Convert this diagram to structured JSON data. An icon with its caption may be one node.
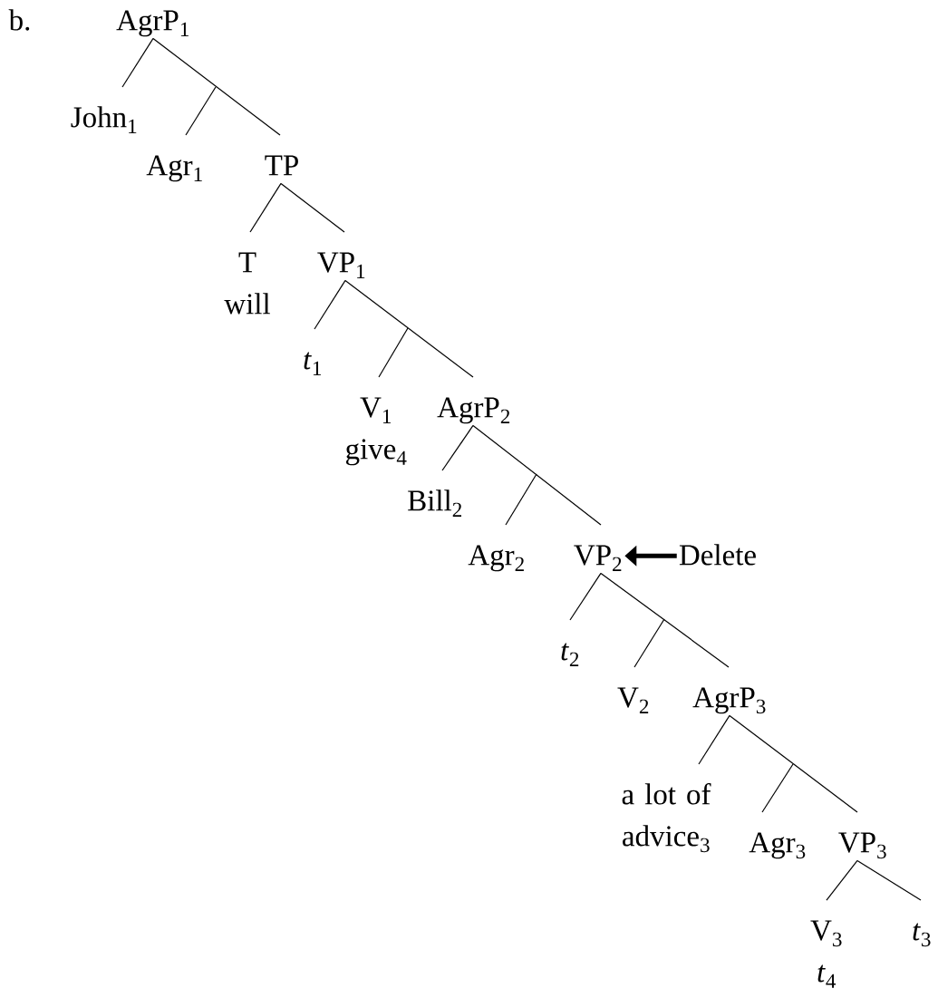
{
  "diagram": {
    "nodes": [
      {
        "text": [
          "AgrP$_{1}$"
        ]
      },
      {
        "text": [
          "John$_{1}$"
        ]
      },
      {
        "text": [
          "Agr$_{1}$"
        ]
      },
      {
        "text": [
          "TP"
        ]
      },
      {
        "text": [
          "T",
          "will"
        ]
      },
      {
        "text": [
          "VP$_{1}$"
        ]
      },
      {
        "text": [
          "*t*$_{1}$"
        ]
      },
      {
        "text": [
          "V$_{1}$",
          "give$_{4}$"
        ]
      },
      {
        "text": [
          "AgrP$_{2}$"
        ]
      },
      {
        "text": [
          "Bill$_{2}$"
        ]
      },
      {
        "text": [
          "Agr$_{2}$"
        ]
      },
      {
        "text": [
          "VP$_{2}$"
        ]
      },
      {
        "text": [
          "Delete"
        ]
      },
      {
        "text": [
          "*t*$_{2}$"
        ]
      },
      {
        "text": [
          "V$_{2}$"
        ]
      },
      {
        "text": [
          "AgrP$_{3}$"
        ]
      },
      {
        "text": [
          "a lot of advice$_{3}$"
        ]
      },
      {
        "text": [
          "Agr$_{3}$"
        ]
      },
      {
        "text": [
          "VP$_{3}$"
        ]
      },
      {
        "text": [
          "V$_{3}$",
          "*t*$_{4}$"
        ]
      },
      {
        "text": [
          "*t*$_{3}$"
        ]
      }
    ],
    "edges": [
      {
        "from": 0,
        "to": 1,
        "arrow": "none"
      },
      {
        "from": 0,
        "to": 3,
        "arrow": "none"
      },
      {
        "from": null,
        "to": 2,
        "arrow": "none"
      },
      {
        "from": 3,
        "to": 4,
        "arrow": "none"
      },
      {
        "from": 3,
        "to": 5,
        "arrow": "none"
      },
      {
        "from": 5,
        "to": 6,
        "arrow": "none"
      },
      {
        "from": 5,
        "to": 8,
        "arrow": "none"
      },
      {
        "from": null,
        "to": 7,
        "arrow": "none"
      },
      {
        "from": 8,
        "to": 9,
        "arrow": "none"
      },
      {
        "from": 8,
        "to": 11,
        "arrow": "none"
      },
      {
        "from": null,
        "to": 10,
        "arrow": "none"
      },
      {
        "from": 12,
        "to": 11,
        "arrow": "to",
        "style": "thick"
      },
      {
        "from": 11,
        "to": 13,
        "arrow": "none"
      },
      {
        "from": 11,
        "to": 15,
        "arrow": "none"
      },
      {
        "from": null,
        "to": 14,
        "arrow": "none"
      },
      {
        "from": 15,
        "to": 16,
        "arrow": "none"
      },
      {
        "from": 15,
        "to": 18,
        "arrow": "none"
      },
      {
        "from": null,
        "to": 17,
        "arrow": "none"
      },
      {
        "from": 18,
        "to": 19,
        "arrow": "none"
      },
      {
        "from": 18,
        "to": 20,
        "arrow": "none"
      }
    ],
    "labels": [
      "b."
    ]
  }
}
